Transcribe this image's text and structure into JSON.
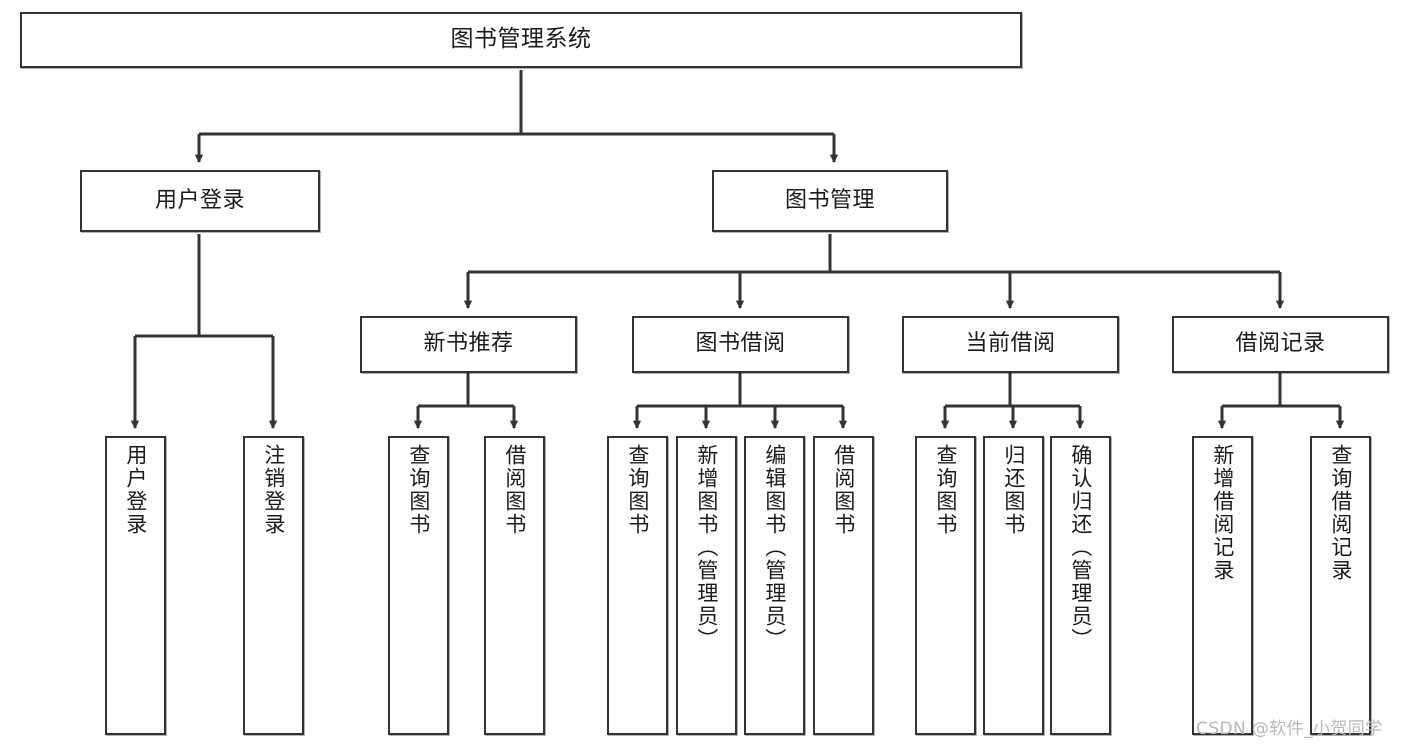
{
  "diagram": {
    "title": "图书管理系统",
    "type": "tree-hierarchy-chart",
    "watermark": "CSDN @软件_小贺同学",
    "colors": {
      "stroke": "#333333",
      "fill": "#ffffff",
      "text": "#1b1b1b",
      "watermark": "#b9b9b9"
    },
    "nodes": {
      "root": {
        "label": "图书管理系统"
      },
      "level2": [
        {
          "id": "user-login",
          "label": "用户登录"
        },
        {
          "id": "book-management",
          "label": "图书管理"
        }
      ],
      "level3": [
        {
          "id": "new-book-recommend",
          "label": "新书推荐"
        },
        {
          "id": "book-borrow",
          "label": "图书借阅"
        },
        {
          "id": "current-borrow",
          "label": "当前借阅"
        },
        {
          "id": "borrow-record",
          "label": "借阅记录"
        }
      ],
      "leaves": {
        "user-login": [
          {
            "id": "leaf-user-login",
            "label": "用户登录"
          },
          {
            "id": "leaf-user-logout",
            "label": "注销登录"
          }
        ],
        "new-book-recommend": [
          {
            "id": "leaf-query-book-1",
            "label": "查询图书"
          },
          {
            "id": "leaf-borrow-book-1",
            "label": "借阅图书"
          }
        ],
        "book-borrow": [
          {
            "id": "leaf-query-book-2",
            "label": "查询图书"
          },
          {
            "id": "leaf-add-book",
            "label": "新增图书（管理员）"
          },
          {
            "id": "leaf-edit-book",
            "label": "编辑图书（管理员）"
          },
          {
            "id": "leaf-borrow-book-2",
            "label": "借阅图书"
          }
        ],
        "current-borrow": [
          {
            "id": "leaf-query-book-3",
            "label": "查询图书"
          },
          {
            "id": "leaf-return-book",
            "label": "归还图书"
          },
          {
            "id": "leaf-confirm-return",
            "label": "确认归还（管理员）"
          }
        ],
        "borrow-record": [
          {
            "id": "leaf-add-record",
            "label": "新增借阅记录"
          },
          {
            "id": "leaf-query-record",
            "label": "查询借阅记录"
          }
        ]
      }
    }
  }
}
